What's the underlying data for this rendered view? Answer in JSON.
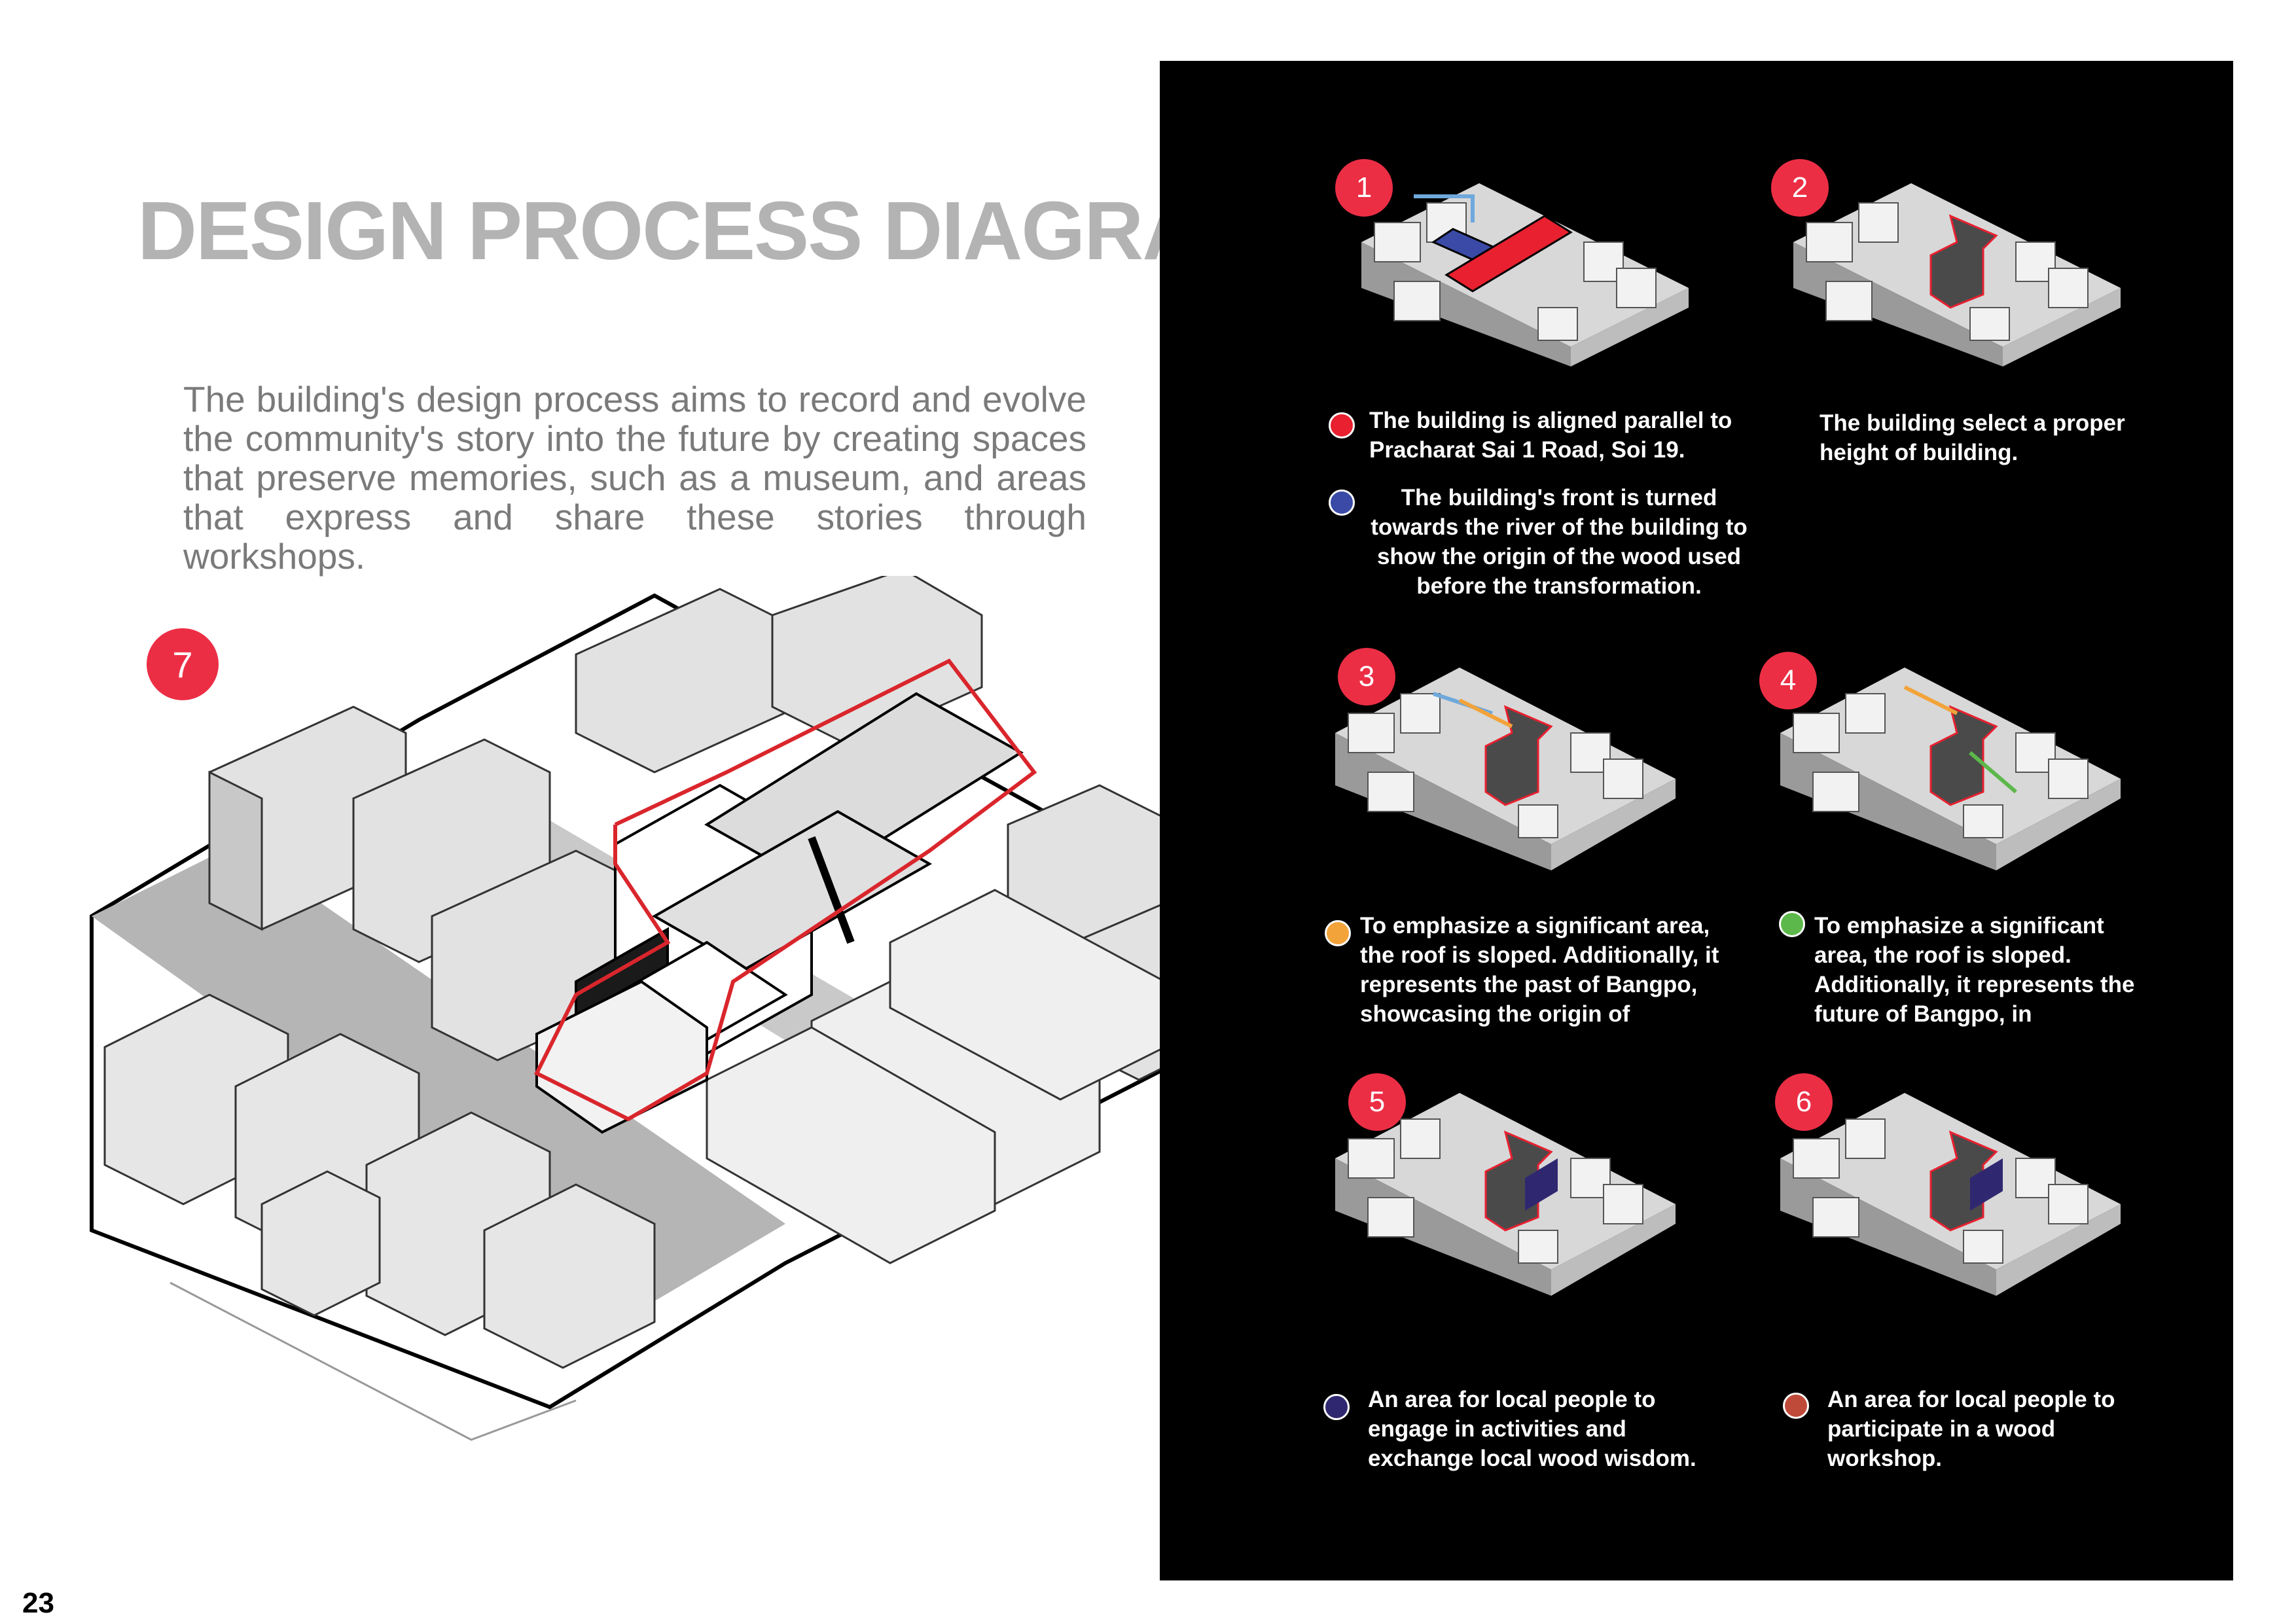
{
  "title": "DESIGN  PROCESS DIAGRAM",
  "intro": "The building's design process aims to record and evolve the community's story into the future by creating spaces that preserve memories, such as a museum, and areas that express and share these stories through workshops.",
  "page_number": "23",
  "main_badge": "7",
  "steps": [
    {
      "number": "1"
    },
    {
      "number": "2"
    },
    {
      "number": "3"
    },
    {
      "number": "4"
    },
    {
      "number": "5"
    },
    {
      "number": "6"
    }
  ],
  "captions": {
    "c1a": "The building is aligned parallel to Pracharat Sai 1 Road, Soi 19.",
    "c1b": "The building's front is turned towards the river of the building to show the origin of the wood used before the transformation.",
    "c2": "The building select a proper height of building.",
    "c3": "To emphasize a significant area, the roof is sloped. Additionally, it represents the past of Bangpo, showcasing the origin of",
    "c4": "To emphasize a significant area, the roof is sloped. Additionally, it represents the future of Bangpo, in",
    "c5": "An area for local people to engage in activities and exchange local wood wisdom.",
    "c6": "An area for local people to participate in a wood workshop."
  },
  "legend_colors": {
    "red": "#e8202f",
    "blue": "#3a4aa6",
    "orange": "#f2a33a",
    "green": "#5cb84a",
    "purple": "#2f2870",
    "brick": "#c04a3a"
  },
  "accent": "#ec2e45"
}
